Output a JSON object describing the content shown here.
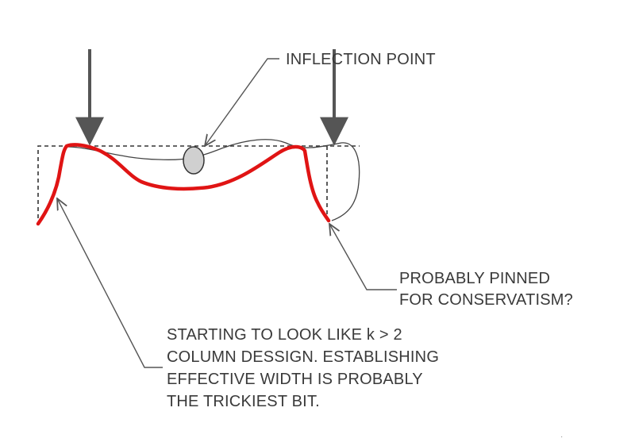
{
  "colors": {
    "deflected_shape": "#e01414",
    "ink": "#555555",
    "text": "#3a3a3a",
    "marker_fill": "#d0d0d0"
  },
  "annotations": {
    "inflection": "INFLECTION POINT",
    "pinned": [
      "PROBABLY PINNED",
      "FOR CONSERVATISM?"
    ],
    "note": [
      "STARTING TO LOOK LIKE k > 2",
      "COLUMN DESSIGN.  ESTABLISHING",
      "EFFECTIVE WIDTH IS PROBABLY",
      "THE TRICKIEST BIT."
    ]
  },
  "icons": [
    "load-arrow-icon",
    "inflection-point-marker"
  ]
}
